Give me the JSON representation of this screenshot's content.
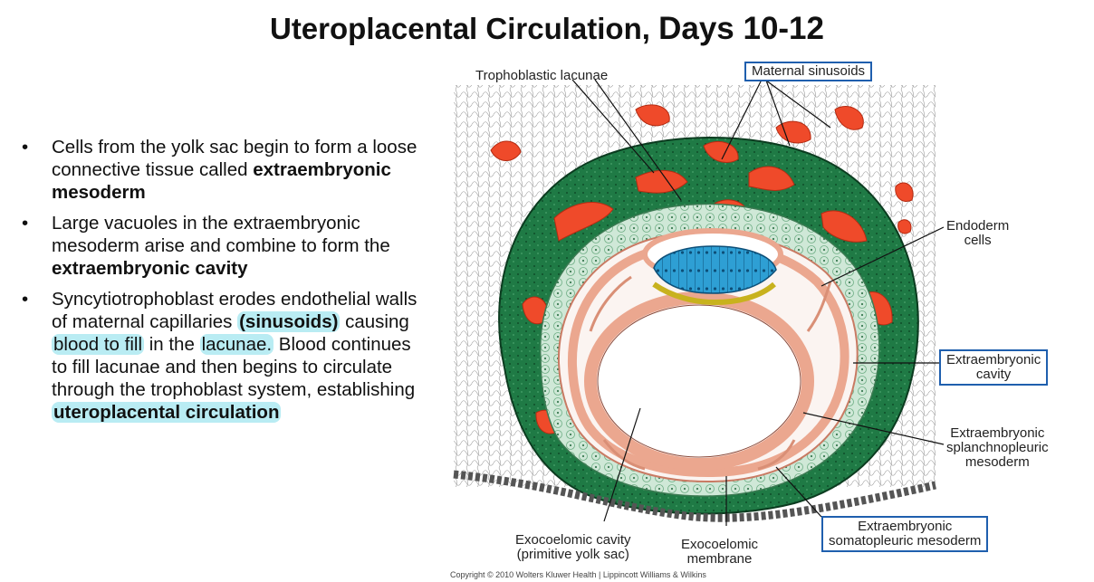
{
  "title": {
    "part1": "Uteroplacental Circulation,",
    "part2": "Days 10-12"
  },
  "bullets": [
    {
      "pre": "Cells from the yolk sac begin to form a loose connective tissue called ",
      "bold": "extraembryonic mesoderm"
    },
    {
      "pre": "Large vacuoles in the extraembryonic mesoderm arise and combine to form the ",
      "bold": "extraembryonic cavity"
    },
    {
      "pre": "Syncytiotrophoblast erodes endothelial walls of maternal capillaries ",
      "bold_hl": "(sinusoids)",
      "mid1": " causing ",
      "hl1": "blood to fill",
      "mid2": " in the ",
      "hl2": "lacunae.",
      "mid3": " Blood continues to fill lacunae and then begins to circulate through the trophoblast system, establishing ",
      "bold_hl2": "uteroplacental circulation"
    }
  ],
  "bullet_marker": "•",
  "labels": {
    "trophoblastic_lacunae": "Trophoblastic lacunae",
    "maternal_sinusoids": "Maternal sinusoids",
    "endoderm_cells_1": "Endoderm",
    "endoderm_cells_2": "cells",
    "extraembryonic_cavity_1": "Extraembryonic",
    "extraembryonic_cavity_2": "cavity",
    "splanchnopleuric_1": "Extraembryonic",
    "splanchnopleuric_2": "splanchnopleuric",
    "splanchnopleuric_3": "mesoderm",
    "exocoelomic_cavity_1": "Exocoelomic cavity",
    "exocoelomic_cavity_2": "(primitive yolk sac)",
    "exocoelomic_membrane_1": "Exocoelomic",
    "exocoelomic_membrane_2": "membrane",
    "somatopleuric_1": "Extraembryonic",
    "somatopleuric_2": "somatopleuric mesoderm"
  },
  "copyright": "Copyright © 2010 Wolters Kluwer Health | Lippincott Williams & Wilkins",
  "colors": {
    "trophoblast_green": "#1f7a45",
    "lacunae_red": "#ef4a2a",
    "mesoderm_light": "#cfe8d7",
    "salmon": "#eba78f",
    "epiblast_blue": "#2e9fd4",
    "hypoblast_yellow": "#c8b21e",
    "box_blue": "#1f5fae",
    "highlight": "#b9ecf3"
  }
}
